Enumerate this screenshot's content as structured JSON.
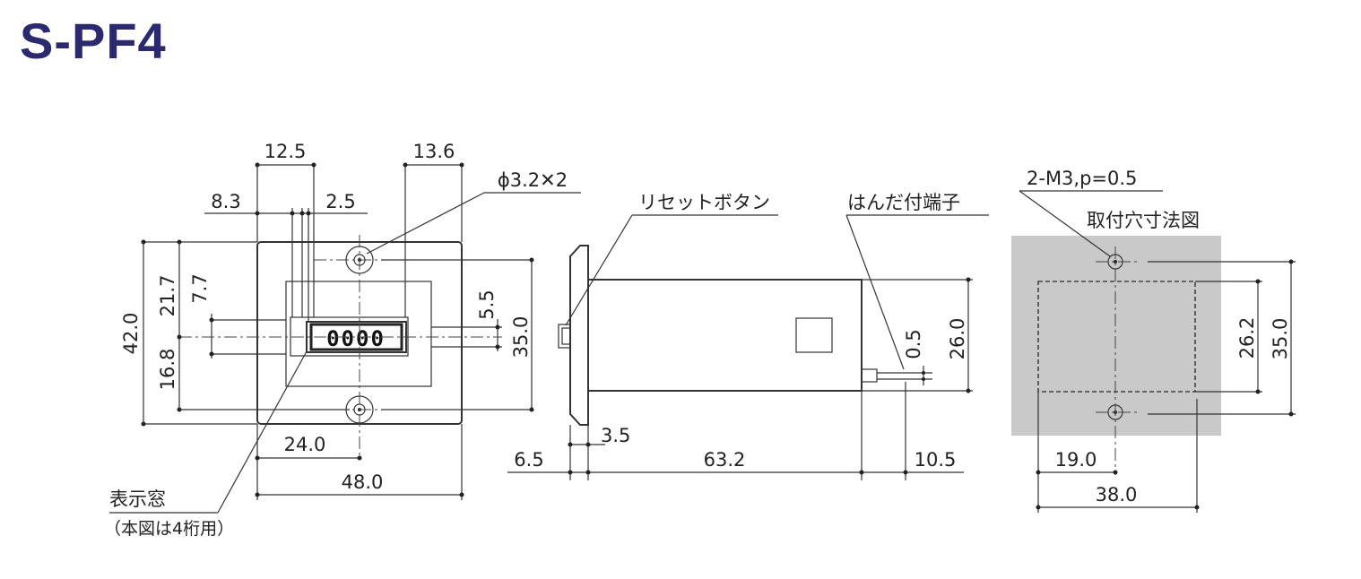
{
  "title": "S-PF4",
  "front_view": {
    "dims": {
      "w_12_5": "12.5",
      "w_13_6": "13.6",
      "w_8_3": "8.3",
      "w_2_5": "2.5",
      "hole": "ϕ3.2✕2",
      "h_42": "42.0",
      "h_21_7": "21.7",
      "h_7_7": "7.7",
      "h_16_8": "16.8",
      "h_5_5": "5.5",
      "h_35": "35.0",
      "w_24": "24.0",
      "w_48": "48.0"
    },
    "counter_digits": "0000",
    "window_label": "表示窓",
    "window_note": "（本図は4桁用）"
  },
  "side_view": {
    "reset_label": "リセットボタン",
    "terminal_label": "はんだ付端子",
    "dims": {
      "d_6_5": "6.5",
      "d_3_5": "3.5",
      "d_63_2": "63.2",
      "d_10_5": "10.5",
      "d_26": "26.0",
      "d_0_5": "0.5"
    }
  },
  "panel_cutout": {
    "screw_label": "2-M3,p=0.5",
    "title": "取付穴寸法図",
    "dims": {
      "h_26_2": "26.2",
      "h_35": "35.0",
      "w_19": "19.0",
      "w_38": "38.0"
    },
    "fill_color": "#c9c9c9"
  }
}
